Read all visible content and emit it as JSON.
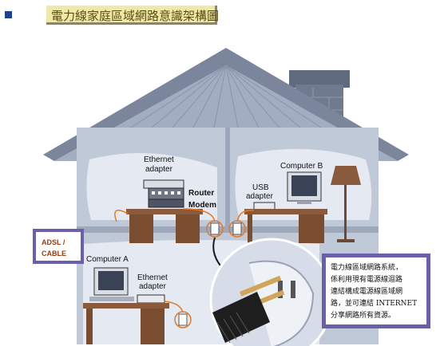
{
  "title": "電力線家庭區域網路意識架構圖",
  "labels": {
    "ethernet_adapter_top": [
      "Ethernet",
      "adapter"
    ],
    "router": "Router",
    "modem": "Modem",
    "usb_adapter": [
      "USB",
      "adapter"
    ],
    "computer_b": "Computer B",
    "computer_a": "Computer A",
    "ethernet_adapter_bottom": [
      "Ethernet",
      "adapter"
    ]
  },
  "adsl_box": {
    "line1": "ADSL /",
    "line2": "CABLE"
  },
  "info_box": {
    "lines": [
      "電力線區域網路系統，",
      "係利用現有電源線迴路",
      "連結構成電源線區域網",
      "路，並可連結 INTERNET",
      "分享網路所有資源。"
    ]
  },
  "colors": {
    "roof": "#8e9ab0",
    "wall": "#c0c9d8",
    "room": "#e4e9f2",
    "chimney": "#6f7a8e",
    "desk": "#8a5a3c",
    "border_accent": "#6a5fa8",
    "adsl_text": "#9a3a0f",
    "title_bg": "#efe9a8",
    "cable": "#e07a2a"
  }
}
